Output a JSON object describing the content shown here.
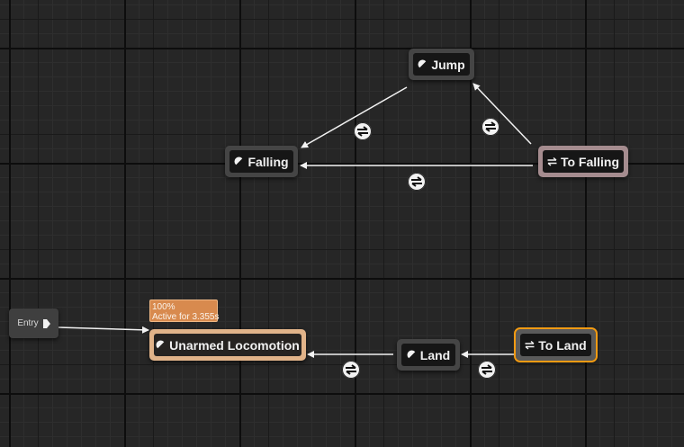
{
  "graph": {
    "entry_label": "Entry",
    "nodes": {
      "jump": {
        "label": "Jump",
        "icon": "state-icon"
      },
      "falling": {
        "label": "Falling",
        "icon": "state-icon"
      },
      "to_falling": {
        "label": "To Falling",
        "icon": "conduit-icon"
      },
      "unarmed_locomotion": {
        "label": "Unarmed Locomotion",
        "icon": "state-icon"
      },
      "land": {
        "label": "Land",
        "icon": "state-icon"
      },
      "to_land": {
        "label": "To Land",
        "icon": "conduit-icon"
      }
    },
    "active_state_tooltip": {
      "weight": "100%",
      "active_time": "Active for 3.355s"
    },
    "transitions": [
      {
        "from": "jump",
        "to": "falling"
      },
      {
        "from": "to_falling",
        "to": "jump"
      },
      {
        "from": "to_falling",
        "to": "falling"
      },
      {
        "from": "land",
        "to": "unarmed_locomotion"
      },
      {
        "from": "to_land",
        "to": "land"
      }
    ],
    "colors": {
      "canvas": "#262626",
      "state_border": "#454545",
      "conduit_border": "#a58c8f",
      "active_state": "#e1b389",
      "selection": "#f29b13",
      "wire": "#f2f2f2"
    }
  }
}
